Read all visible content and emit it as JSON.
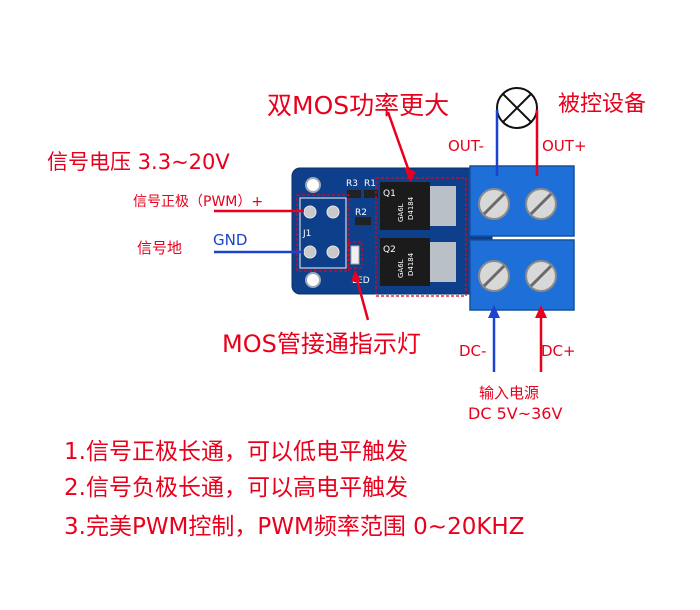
{
  "title_top": "双MOS功率更大",
  "lamp_label": "被控设备",
  "signal_voltage": "信号电压 3.3~20V",
  "signal_pos": "信号正极（PWM）+",
  "signal_gnd_label": "信号地",
  "gnd": "GND",
  "out_minus": "OUT-",
  "out_plus": "OUT+",
  "mos_indicator": "MOS管接通指示灯",
  "dc_minus": "DC-",
  "dc_plus": "DC+",
  "power_input": "输入电源",
  "power_range": "DC 5V~36V",
  "notes": [
    "1.信号正极长通，可以低电平触发",
    "2.信号负极长通，可以高电平触发",
    "3.完美PWM控制，PWM频率范围 0~20KHZ"
  ],
  "pcb_labels": {
    "r3": "R3",
    "r1": "R1",
    "r2": "R2",
    "j1": "J1",
    "led": "LED",
    "q1": "Q1",
    "q2": "Q2",
    "chip1": "D4184",
    "chip2": "D4184",
    "chip_mark": "GA6L"
  },
  "colors": {
    "red": "#e8001c",
    "blue": "#1a43d0",
    "pcb": "#0e3f8a",
    "terminal": "#1f6fd8"
  }
}
